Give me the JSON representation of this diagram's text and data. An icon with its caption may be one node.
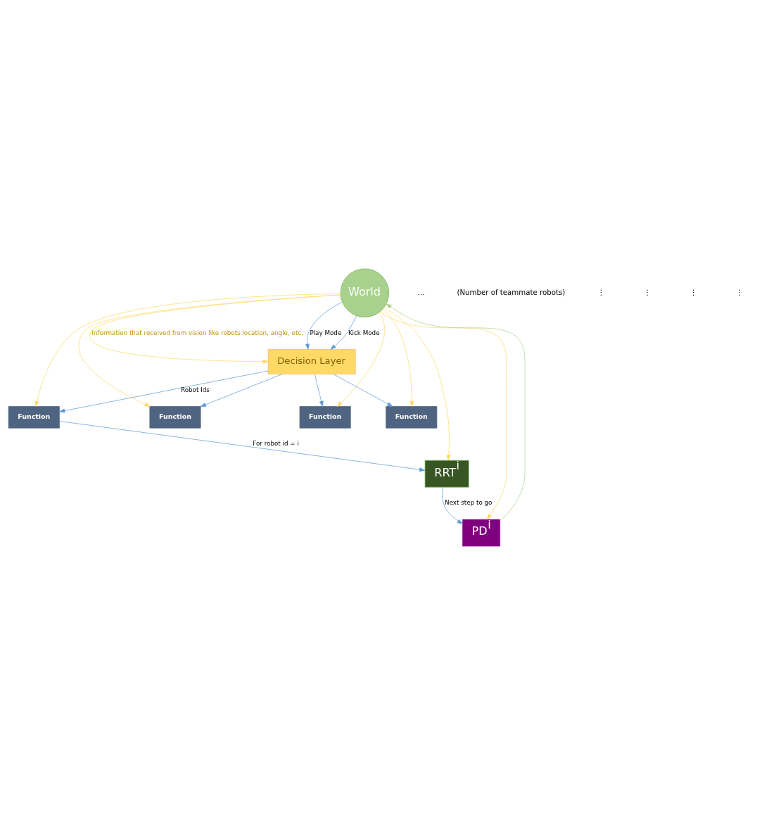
{
  "diagram": {
    "nodes": [
      {
        "text": [
          "World"
        ]
      },
      {
        "text": [
          "Decision Layer"
        ]
      },
      {
        "text": [
          "Function"
        ]
      },
      {
        "text": [
          "Function"
        ]
      },
      {
        "text": [
          "Function"
        ]
      },
      {
        "text": [
          "Function"
        ]
      },
      {
        "text": [
          "RRT$^{i}$"
        ]
      },
      {
        "text": [
          "PD$^{i}$"
        ]
      }
    ],
    "edges": [
      {
        "from": 0,
        "to": 1,
        "arrow": "to",
        "label": "Play Mode"
      },
      {
        "from": 0,
        "to": 1,
        "arrow": "to",
        "label": "Kick Mode"
      },
      {
        "from": 0,
        "to": 1,
        "arrow": "to",
        "color": "#ffd966",
        "label": "Information that received from vision like robots location, angle, etc."
      },
      {
        "from": 1,
        "to": 2,
        "arrow": "to"
      },
      {
        "from": 1,
        "to": 3,
        "arrow": "to"
      },
      {
        "from": 1,
        "to": 4,
        "arrow": "to",
        "label": "Robot Ids"
      },
      {
        "from": 1,
        "to": 5,
        "arrow": "to"
      },
      {
        "from": 0,
        "to": 2,
        "arrow": "to",
        "color": "#ffd966"
      },
      {
        "from": 0,
        "to": 3,
        "arrow": "to",
        "color": "#ffd966"
      },
      {
        "from": 0,
        "to": 4,
        "arrow": "to",
        "color": "#ffd966"
      },
      {
        "from": 0,
        "to": 5,
        "arrow": "to",
        "color": "#ffd966"
      },
      {
        "from": 4,
        "to": 6,
        "arrow": "to",
        "label": "For robot id = i"
      },
      {
        "from": 0,
        "to": 6,
        "arrow": "to",
        "color": "#ffd966"
      },
      {
        "from": 6,
        "to": 7,
        "arrow": "to",
        "label": "Next step to go"
      },
      {
        "from": 0,
        "to": 7,
        "arrow": "to",
        "color": "#ffd966"
      },
      {
        "from": 7,
        "to": 0,
        "arrow": "to",
        "color": "#a9d18e"
      }
    ],
    "labels": [
      "...",
      "(Number of teammate robots)",
      "⋮",
      "⋮",
      "⋮",
      "⋮"
    ]
  }
}
